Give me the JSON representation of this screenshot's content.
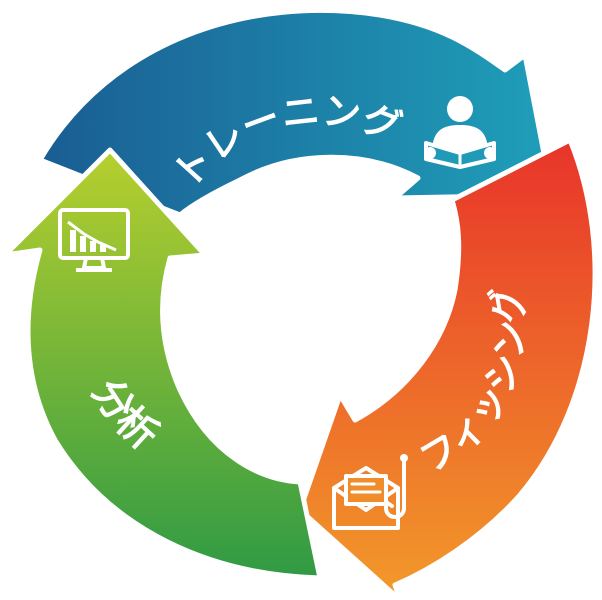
{
  "cycle": {
    "segments": [
      {
        "id": "training",
        "label": "トレーニング",
        "icon": "reader-person-icon",
        "color_start": "#1a5d93",
        "color_end": "#1f9bb7"
      },
      {
        "id": "phishing",
        "label": "フィッシング",
        "icon": "email-hook-icon",
        "color_start": "#e8342a",
        "color_end": "#f08d2a"
      },
      {
        "id": "analysis",
        "label": "分析",
        "icon": "monitor-chart-icon",
        "color_start": "#b7cf2e",
        "color_end": "#2f9a44"
      }
    ]
  }
}
